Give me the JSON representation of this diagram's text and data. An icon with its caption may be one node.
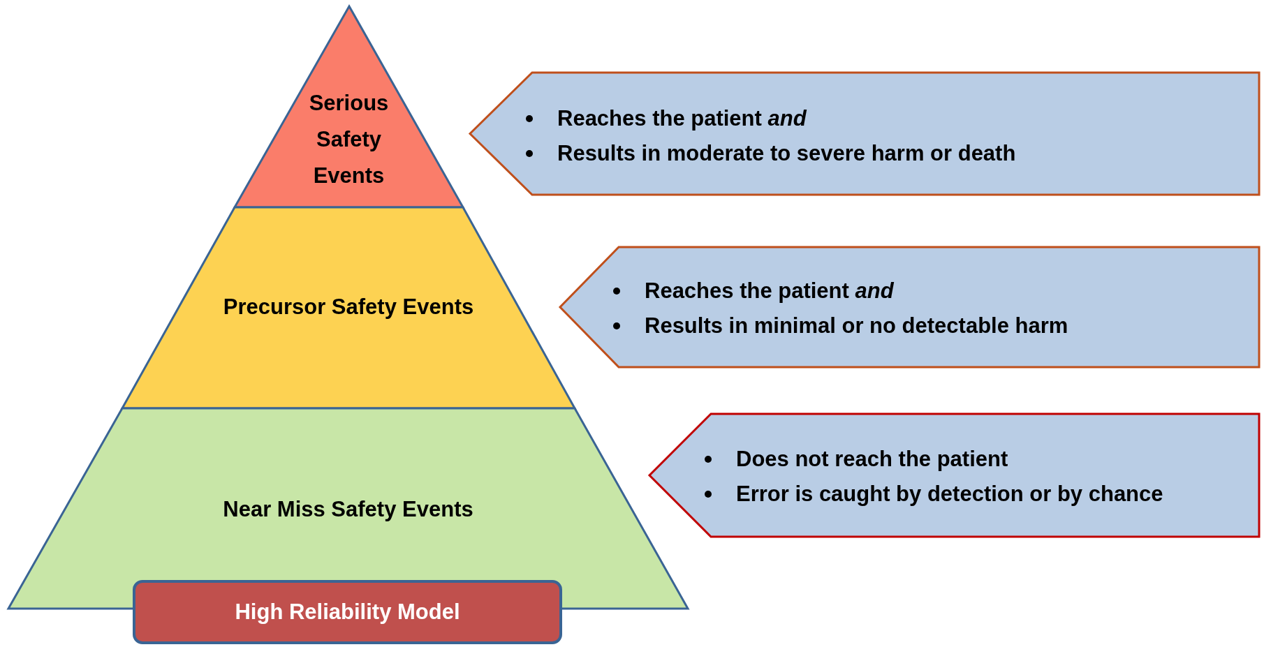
{
  "diagram": {
    "nodes": [
      {
        "text": [
          "Serious Safety Events"
        ]
      },
      {
        "text": [
          "Precursor Safety Events"
        ]
      },
      {
        "text": [
          "Near Miss Safety Events"
        ]
      },
      {
        "text": [
          "Reaches the patient *and*",
          "Results in moderate to severe harm or death"
        ]
      },
      {
        "text": [
          "Reaches the patient *and*",
          "Results in minimal or no detectable harm"
        ]
      },
      {
        "text": [
          "Does not reach the patient",
          "Error is caught by detection or by chance"
        ]
      },
      {
        "text": [
          "High Reliability Model"
        ]
      }
    ]
  }
}
